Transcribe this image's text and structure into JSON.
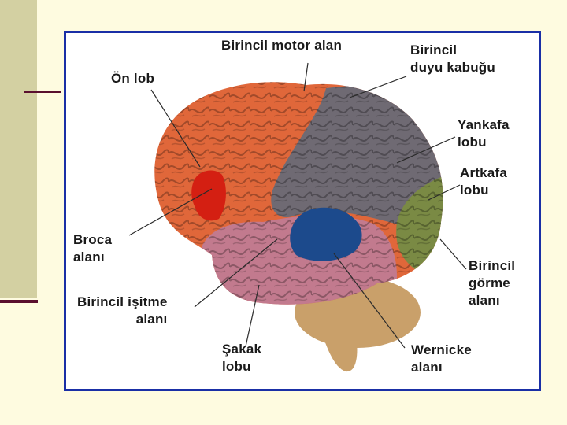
{
  "colors": {
    "background": "#fefbe0",
    "side_bar": "#d3d0a2",
    "accent_line": "#5a0f2e",
    "frame_border": "#1a2fa6",
    "frontal_lobe": "#e0673a",
    "parietal_lobe": "#6f6a73",
    "occipital_lobe": "#7a8a44",
    "temporal_lobe": "#c27a8e",
    "broca_area": "#d41f12",
    "auditory_area": "#1c4a8c",
    "cerebellum": "#c9a06a"
  },
  "labels": {
    "primary_motor": "Birincil motor alan",
    "primary_sensory": "Birincil\nduyu kabuğu",
    "frontal": "Ön lob",
    "parietal": "Yankafa\nlobu",
    "occipital": "Artkafa\nlobu",
    "broca": "Broca\nalanı",
    "primary_visual": "Birincil\ngörme\nalanı",
    "primary_auditory": "Birincil işitme\nalanı",
    "temporal": "Şakak\nlobu",
    "wernicke": "Wernicke\nalanı"
  }
}
